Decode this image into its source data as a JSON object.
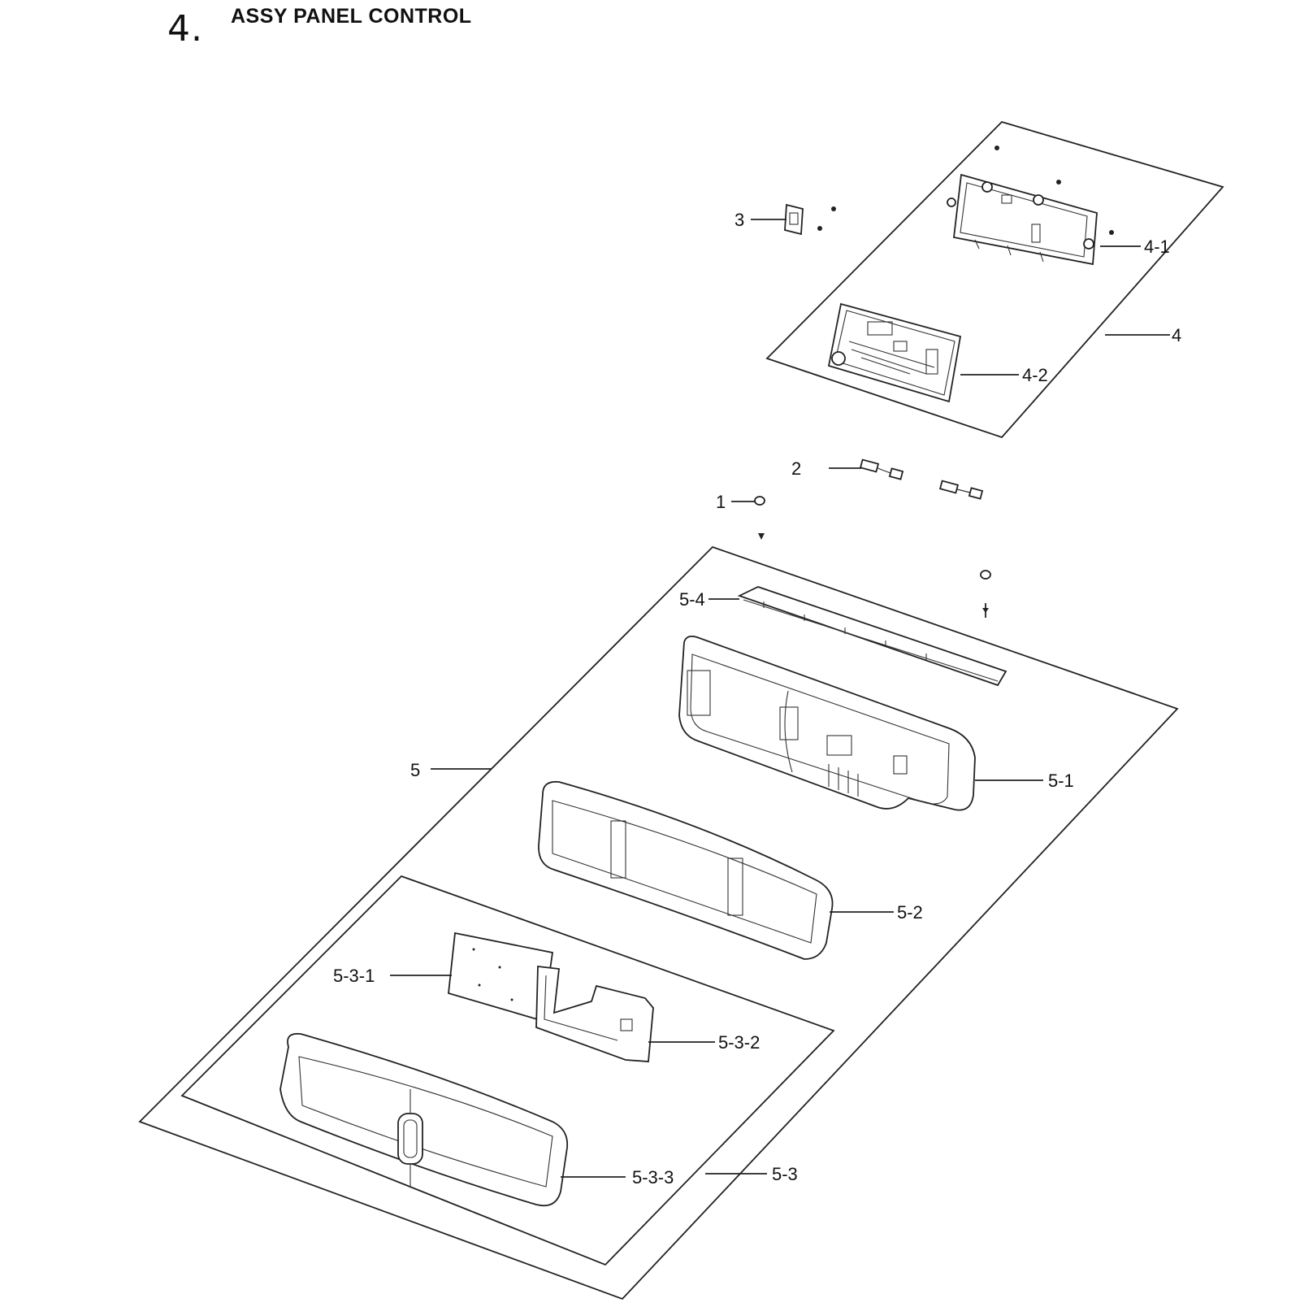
{
  "header": {
    "section_number": "4.",
    "title": "ASSY PANEL CONTROL"
  },
  "callouts": {
    "c1": "1",
    "c2": "2",
    "c3": "3",
    "c4": "4",
    "c4_1": "4-1",
    "c4_2": "4-2",
    "c5": "5",
    "c5_1": "5-1",
    "c5_2": "5-2",
    "c5_3": "5-3",
    "c5_3_1": "5-3-1",
    "c5_3_2": "5-3-2",
    "c5_3_3": "5-3-3",
    "c5_4": "5-4"
  }
}
